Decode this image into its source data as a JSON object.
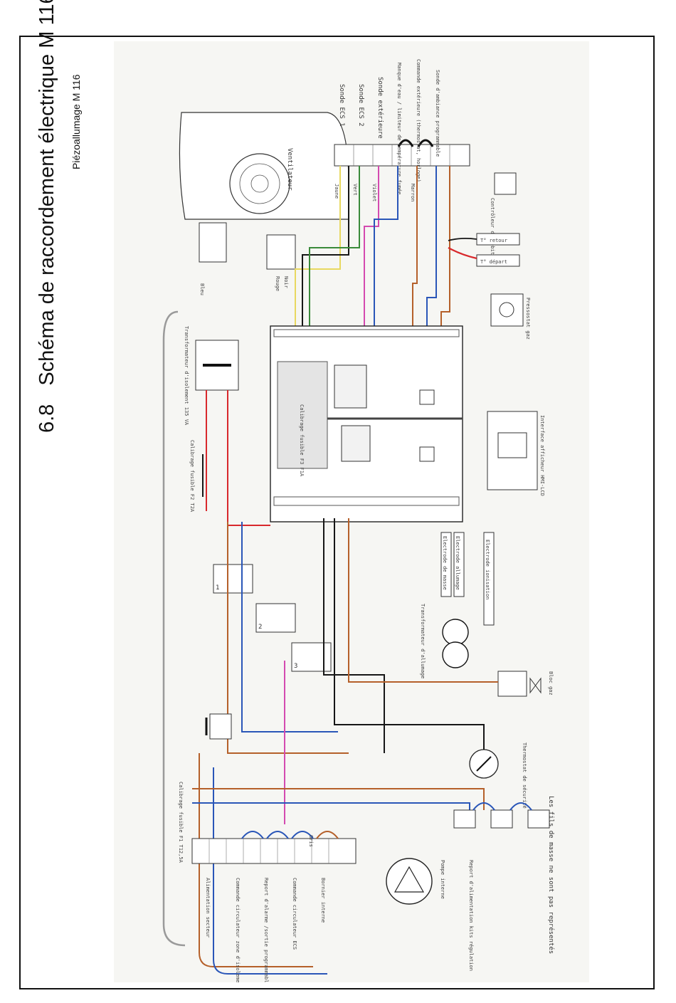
{
  "header": {
    "section_number": "6.8",
    "title": "Schéma de raccordement électrique M 116",
    "subtitle": "Piézoallumage M 116"
  },
  "labels": {
    "fan": "Ventilateur",
    "sensors_ecs1": "Sonde ECS 1",
    "sensors_ecs2": "Sonde ECS 2",
    "sensor_outdoor": "Sonde extérieure",
    "sensor_water": "Manque d'eau / limiteur de température fumée",
    "outdoor_control": "Commande extérieure (thermostat, horloge)",
    "room_sensor": "Sonde d'ambiance programmable",
    "flow_meter": "Contrôleur de débit",
    "t_return": "T° retour",
    "t_supply": "T° départ",
    "gas_pressure": "Pressostat gaz",
    "transformer": "Transformateur d'isolement 135 VA",
    "fuse_f2": "Calibrage fusible F2 T2A",
    "fuse_f3": "Calibrage fusible F3 F1A",
    "display": "Interface afficheur HMI-LCD",
    "ignition_transformer": "Transformateur d'allumage",
    "ground_electrode": "Electrode de masse",
    "ignition_electrode": "Electrode allumage",
    "ionisation_electrode": "Electrode ionisation",
    "gas_block": "Bloc gaz",
    "safety_thermostat": "Thermostat de sécurité",
    "fuse_f1": "Calibrage fusible F1 T12,5A",
    "power_supply": "Alimentation secteur",
    "zone_pump": "Commande circulateur zone d'isolement",
    "fault_report": "Report d'alarme /sortie programmable",
    "ecs_pump": "Commande circulateur ECS",
    "internal_terminal": "Bornier interne",
    "internal_pump": "Pompe interne",
    "regulation_kit": "Report d'alimentation kits régulation",
    "footnote": "Les fils de masse ne sont pas représentés"
  },
  "wires": {
    "rouge": "Rouge",
    "bleu": "Bleu",
    "noir": "Noir",
    "marron": "Marron",
    "violet": "Violet",
    "jaune": "Jaune",
    "vert": "Vert",
    "gris": "Gris"
  },
  "colors": {
    "red": "#d8282c",
    "blue": "#2a56b8",
    "brown": "#b5602a",
    "black": "#161616",
    "violet": "#d44ab0",
    "yellow": "#e8d860",
    "green": "#3a8a3a",
    "grey": "#8a8a8a"
  }
}
